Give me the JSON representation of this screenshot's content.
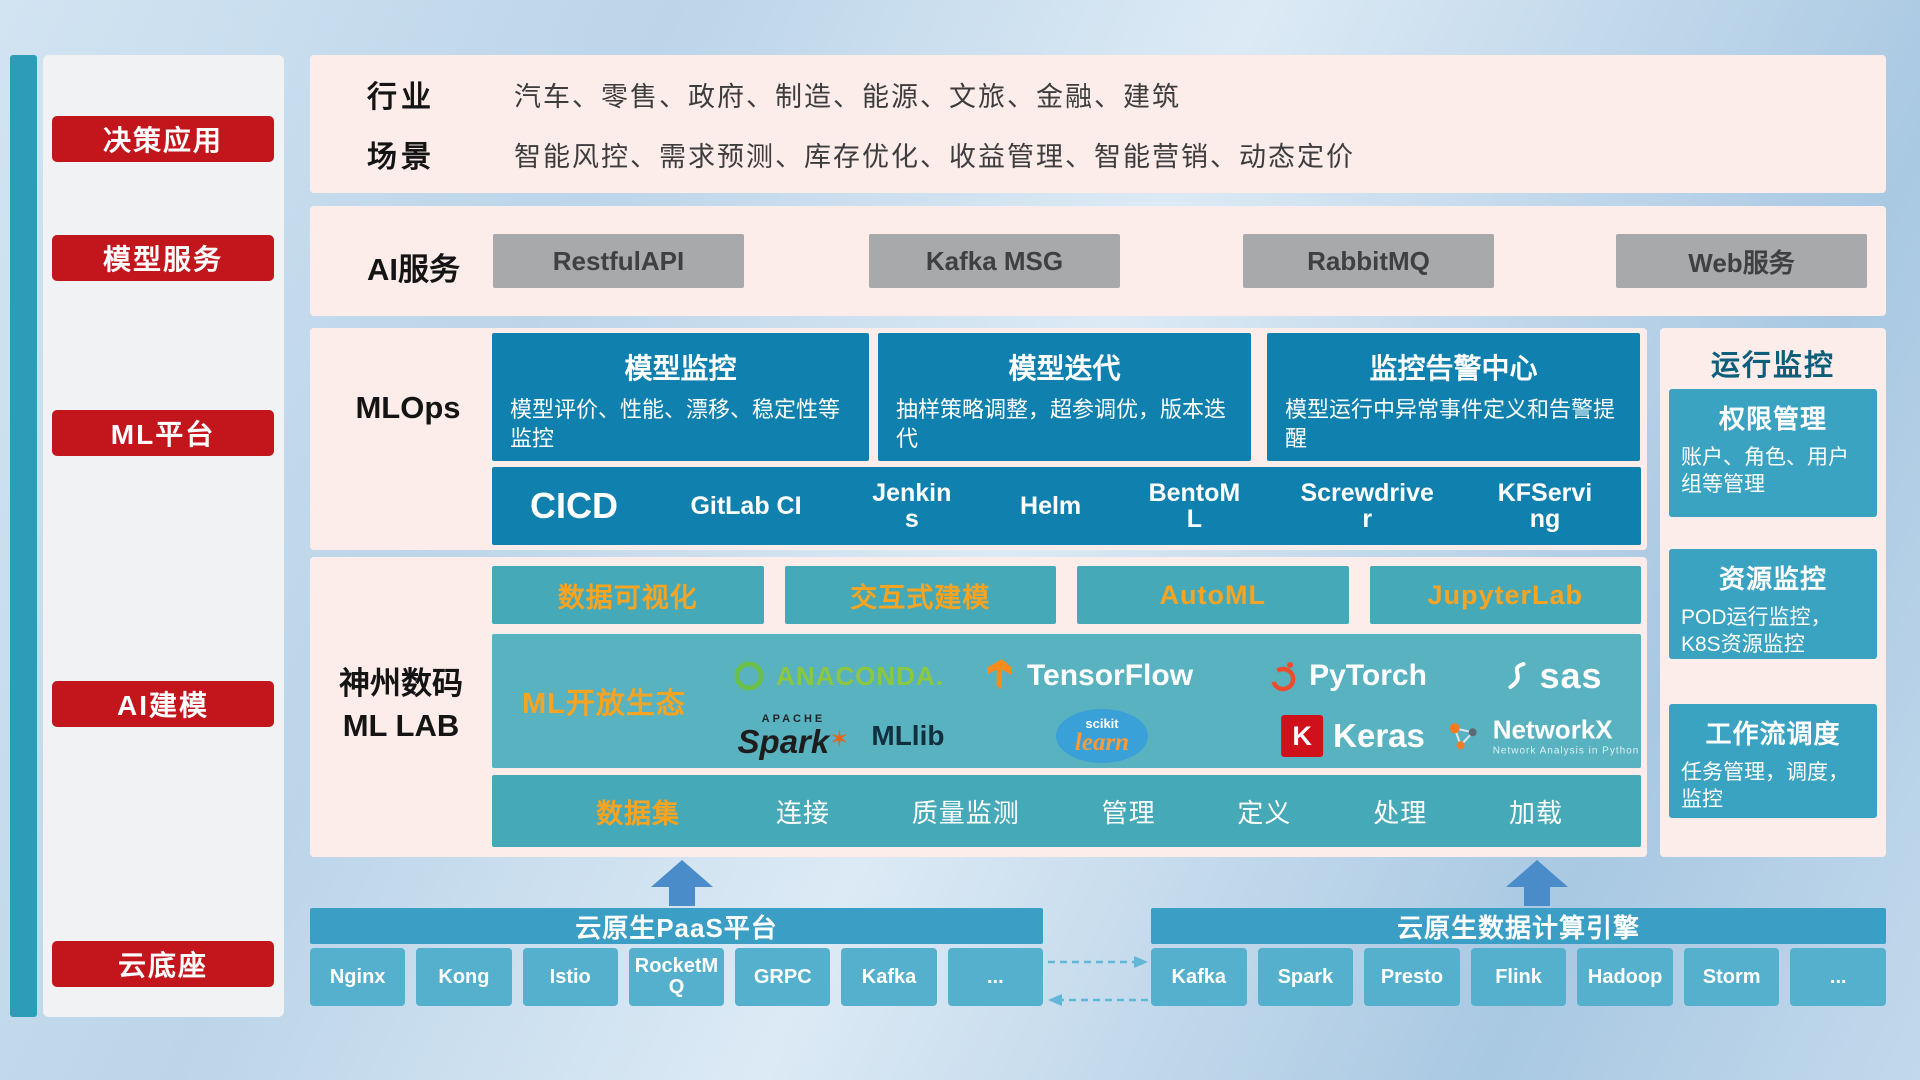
{
  "sidebar": {
    "items": [
      {
        "label": "决策应用"
      },
      {
        "label": "模型服务"
      },
      {
        "label": "ML平台"
      },
      {
        "label": "AI建模"
      },
      {
        "label": "云底座"
      }
    ]
  },
  "application": {
    "industry_label": "行业",
    "industry_text": "汽车、零售、政府、制造、能源、文旅、金融、建筑",
    "scene_label": "场景",
    "scene_text": "智能风控、需求预测、库存优化、收益管理、智能营销、动态定价"
  },
  "ai_service": {
    "label": "AI服务",
    "items": [
      "RestfulAPI",
      "Kafka MSG",
      "RabbitMQ",
      "Web服务"
    ]
  },
  "mlops": {
    "label": "MLOps",
    "cards": [
      {
        "title": "模型监控",
        "desc": "模型评价、性能、漂移、稳定性等监控"
      },
      {
        "title": "模型迭代",
        "desc": "抽样策略调整，超参调优，版本迭代"
      },
      {
        "title": "监控告警中心",
        "desc": "模型运行中异常事件定义和告警提醒"
      }
    ],
    "cicd_label": "CICD",
    "cicd_items": [
      "GitLab CI",
      "Jenkins",
      "Helm",
      "BentoML",
      "Screwdriver",
      "KFServing"
    ]
  },
  "mllab": {
    "label_line1": "神州数码",
    "label_line2": "ML LAB",
    "tools": [
      "数据可视化",
      "交互式建模",
      "AutoML",
      "JupyterLab"
    ],
    "eco_label": "ML开放生态",
    "logos": {
      "anaconda": "ANACONDA.",
      "tensorflow": "TensorFlow",
      "pytorch": "PyTorch",
      "sas": "sas",
      "spark_small": "APACHE",
      "spark": "Spark",
      "mllib": "MLlib",
      "sklearn_small": "scikit",
      "sklearn": "learn",
      "keras_letter": "K",
      "keras": "Keras",
      "networkx": "NetworkX",
      "networkx_sub": "Network Analysis in Python"
    },
    "dataset_label": "数据集",
    "dataset_items": [
      "连接",
      "质量监测",
      "管理",
      "定义",
      "处理",
      "加载"
    ]
  },
  "monitoring": {
    "title": "运行监控",
    "cards": [
      {
        "title": "权限管理",
        "desc": "账户、角色、用户组等管理"
      },
      {
        "title": "资源监控",
        "desc": "POD运行监控，K8S资源监控"
      },
      {
        "title": "工作流调度",
        "desc": "任务管理，调度，监控"
      }
    ]
  },
  "cloud": {
    "paas_title": "云原生PaaS平台",
    "paas_items": [
      "Nginx",
      "Kong",
      "Istio",
      "RocketMQ",
      "GRPC",
      "Kafka",
      "..."
    ],
    "engine_title": "云原生数据计算引擎",
    "engine_items": [
      "Kafka",
      "Spark",
      "Presto",
      "Flink",
      "Hadoop",
      "Storm",
      "..."
    ]
  }
}
